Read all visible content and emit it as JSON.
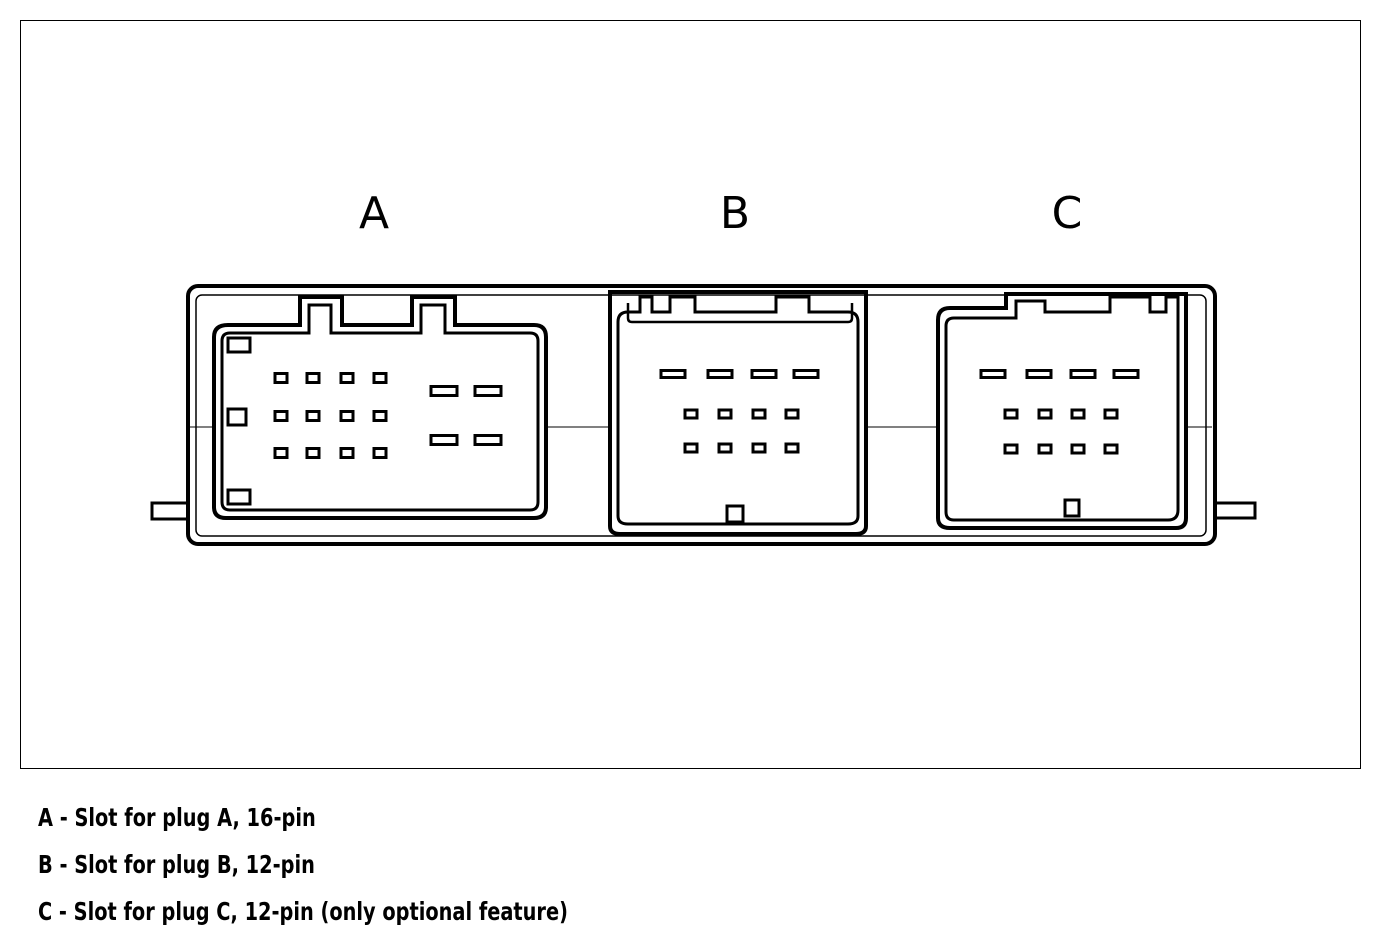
{
  "slots": [
    {
      "letter": "A",
      "pin_count": 16
    },
    {
      "letter": "B",
      "pin_count": 12
    },
    {
      "letter": "C",
      "pin_count": 12
    }
  ],
  "legend": [
    {
      "key": "A",
      "text": "A - Slot for plug A, 16-pin"
    },
    {
      "key": "B",
      "text": "B - Slot for plug B, 12-pin"
    },
    {
      "key": "C",
      "text": "C - Slot for plug C, 12-pin (only optional feature)"
    }
  ]
}
